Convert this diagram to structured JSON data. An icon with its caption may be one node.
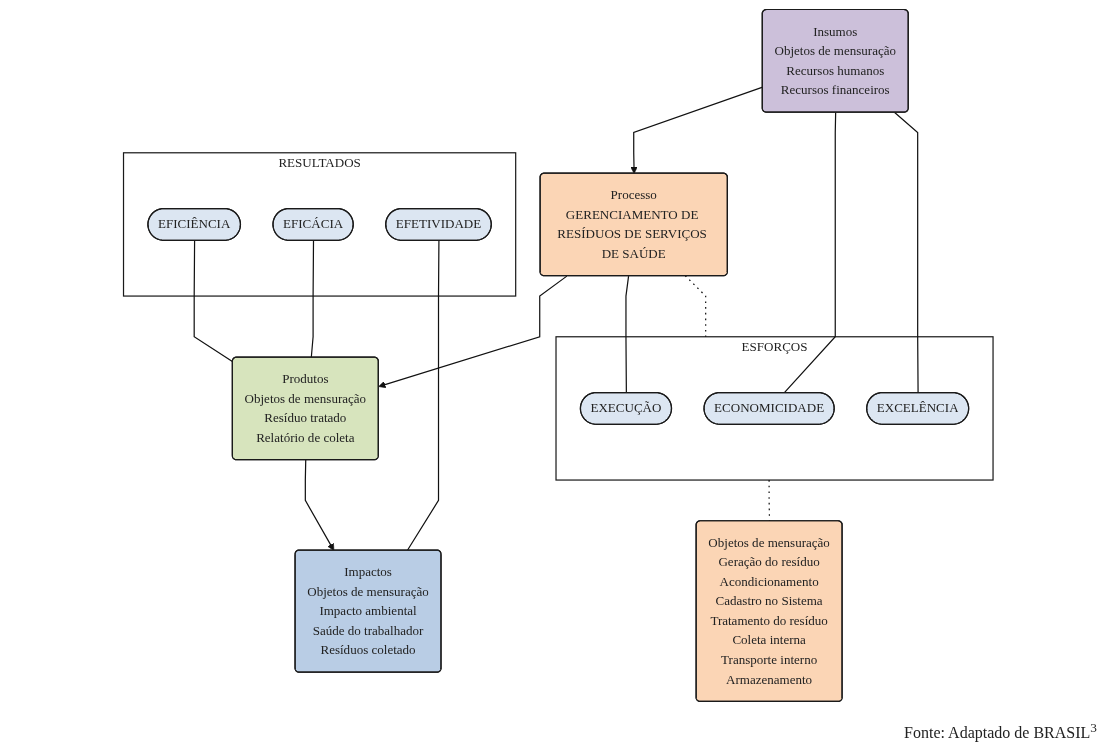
{
  "diagram": {
    "nodes": [
      {
        "text": [
          "RESULTADOS"
        ]
      },
      {
        "text": [
          "EFICIÊNCIA"
        ],
        "in": 0
      },
      {
        "text": [
          "EFICÁCIA"
        ],
        "in": 0
      },
      {
        "text": [
          "EFETIVIDADE"
        ],
        "in": 0
      },
      {
        "text": [
          "Insumos",
          "Objetos de mensuração",
          "Recursos humanos",
          "Recursos financeiros"
        ]
      },
      {
        "text": [
          "Processo",
          "GERENCIAMENTO DE RESÍDUOS DE SERVIÇOS DE SAÚDE"
        ]
      },
      {
        "text": [
          "Produtos",
          "Objetos de mensuração",
          "Resíduo tratado",
          "Relatório de coleta"
        ]
      },
      {
        "text": [
          "Impactos",
          "Objetos de mensuração",
          "Impacto ambiental",
          "Saúde do trabalhador",
          "Resíduos coletado"
        ]
      },
      {
        "text": [
          "ESFORÇOS"
        ]
      },
      {
        "text": [
          "ECONOMICIDADE"
        ],
        "in": 8
      },
      {
        "text": [
          "EXCELÊNCIA"
        ],
        "in": 8
      },
      {
        "text": [
          "EXECUÇÃO"
        ],
        "in": 8
      },
      {
        "text": [
          "Objetos de mensuração",
          "Geração do resíduo",
          "Acondicionamento",
          "Cadastro no Sistema",
          "Tratamento do resíduo",
          "Coleta interna",
          "Transporte interno",
          "Armazenamento"
        ]
      }
    ],
    "edges": [
      {
        "from": 4,
        "to": 5,
        "arrow": "to"
      },
      {
        "from": 5,
        "to": 6,
        "arrow": "to"
      },
      {
        "from": 6,
        "to": 7,
        "arrow": "to"
      },
      {
        "from": 1,
        "to": 6,
        "arrow": "none"
      },
      {
        "from": 2,
        "to": 6,
        "arrow": "none"
      },
      {
        "from": 3,
        "to": 7,
        "arrow": "none"
      },
      {
        "from": 4,
        "to": 9,
        "arrow": "none"
      },
      {
        "from": 4,
        "to": 10,
        "arrow": "none"
      },
      {
        "from": 5,
        "to": 11,
        "arrow": "none"
      },
      {
        "from": 5,
        "to": 8,
        "arrow": "none",
        "style": "dashed"
      },
      {
        "from": 8,
        "to": 12,
        "arrow": "none",
        "style": "dashed"
      }
    ],
    "caption": "Fonte: Adaptado de BRASIL$^{3}$"
  }
}
